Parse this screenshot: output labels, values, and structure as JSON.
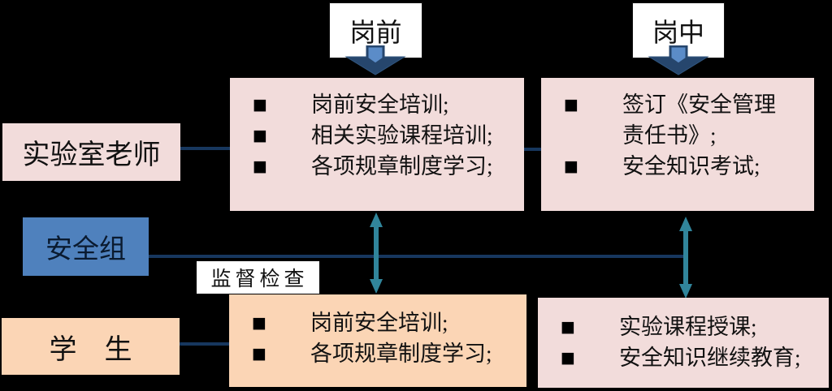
{
  "glyphs": {
    "bullet": "■"
  },
  "colors": {
    "background": "#000000",
    "pink": "#f2dcdb",
    "orange": "#fbd5b5",
    "blue": "#4f81bd",
    "teal_arrow": "#31859b",
    "navy_line": "#17375e",
    "callout_dark": "#26466d",
    "callout_light": "#5b8cc8",
    "tag_background": "#ffffff"
  },
  "stages": {
    "pre_job": "岗前",
    "on_job": "岗中"
  },
  "actors": {
    "teacher": "实验室老师",
    "safety_group": "安全组",
    "student": "学　生"
  },
  "supervision_label": "监督检查",
  "boxes": {
    "teacher_pre": {
      "items": [
        "岗前安全培训;",
        "相关实验课程培训;",
        "各项规章制度学习;"
      ]
    },
    "teacher_on": {
      "items": [
        "签订《安全管理责任书》;",
        "安全知识考试;"
      ]
    },
    "student_pre": {
      "items": [
        "岗前安全培训;",
        "各项规章制度学习;"
      ]
    },
    "student_on": {
      "items": [
        "实验课程授课;",
        "安全知识继续教育;"
      ]
    }
  }
}
